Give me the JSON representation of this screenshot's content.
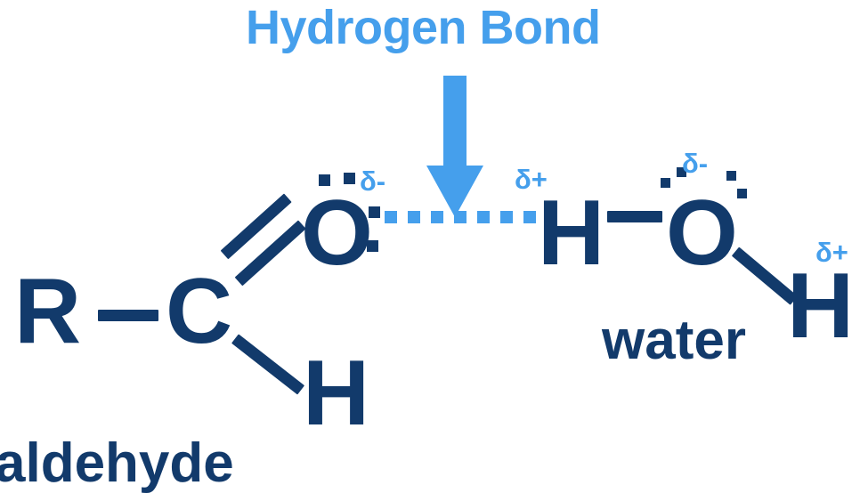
{
  "diagram": {
    "title": "Hydrogen Bond",
    "accent_color": "#459FEC",
    "atom_color": "#123A6B",
    "background_color": "#ffffff"
  },
  "annotation": {
    "arrow_name": "down-arrow",
    "arrow_points_to": "hydrogen-bond-dotted-line"
  },
  "aldehyde": {
    "label": "aldehyde",
    "atoms": {
      "r_group": "R",
      "carbon": "C",
      "oxygen": "O",
      "hydrogen": "H"
    },
    "charges": {
      "oxygen": "δ-"
    },
    "bonds": [
      {
        "name": "r-c-single-bond",
        "type": "single",
        "from": "R",
        "to": "C"
      },
      {
        "name": "c-o-double-bond",
        "type": "double",
        "from": "C",
        "to": "O"
      },
      {
        "name": "c-h-single-bond",
        "type": "single",
        "from": "C",
        "to": "H"
      }
    ]
  },
  "water": {
    "label": "water",
    "atoms": {
      "hydrogen_left": "H",
      "oxygen": "O",
      "hydrogen_right": "H"
    },
    "charges": {
      "hydrogen_left": "δ+",
      "oxygen": "δ-",
      "hydrogen_right": "δ+"
    },
    "bonds": [
      {
        "name": "h-o-single-bond",
        "type": "single",
        "from": "H",
        "to": "O"
      },
      {
        "name": "o-h-single-bond",
        "type": "single",
        "from": "O",
        "to": "H"
      }
    ]
  },
  "hydrogen_bond": {
    "name": "hydrogen-bond",
    "style": "dotted",
    "color": "#459FEC",
    "from": "aldehyde-oxygen",
    "to": "water-hydrogen-left",
    "dot_count": 11
  }
}
